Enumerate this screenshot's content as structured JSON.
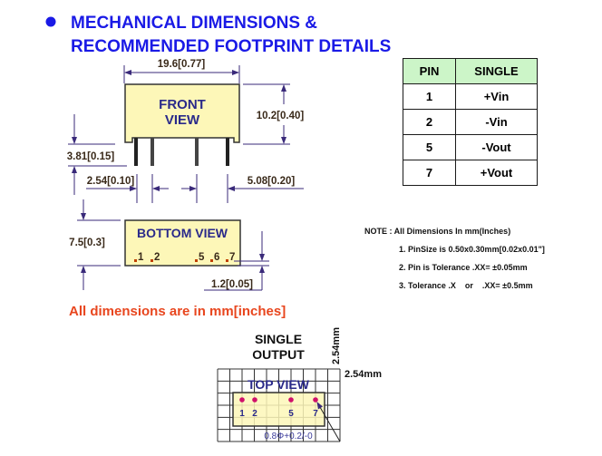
{
  "title": {
    "line1": "MECHANICAL DIMENSIONS &",
    "line2": "RECOMMENDED FOOTPRINT DETAILS",
    "color": "#1a1ae6"
  },
  "front_view": {
    "label1": "FRONT",
    "label2": "VIEW",
    "width_dim": "19.6[0.77]",
    "height_dim": "10.2[0.40]",
    "pin_length_dim": "3.81[0.15]",
    "pitch_dim": "2.54[0.10]",
    "pitch2_dim": "5.08[0.20]"
  },
  "bottom_view": {
    "label": "BOTTOM VIEW",
    "pins": [
      "1",
      "2",
      "5",
      "6",
      "7"
    ],
    "depth_dim": "7.5[0.3]",
    "offset_dim": "1.2[0.05]"
  },
  "pin_table": {
    "headers": [
      "PIN",
      "SINGLE"
    ],
    "rows": [
      [
        "1",
        "+Vin"
      ],
      [
        "2",
        "-Vin"
      ],
      [
        "5",
        "-Vout"
      ],
      [
        "7",
        "+Vout"
      ]
    ]
  },
  "notes": {
    "header": "NOTE : All Dimensions In mm(Inches)",
    "items": [
      "1. PinSize is 0.50x0.30mm[0.02x0.01\"]",
      "2. Pin is Tolerance .XX= ±0.05mm",
      "3. Tolerance .X    or    .XX= ±0.5mm"
    ]
  },
  "units_note": "All dimensions are in mm[inches]",
  "footprint": {
    "title1": "SINGLE",
    "title2": "OUTPUT",
    "grid_v": "2.54mm",
    "grid_h": "2.54mm",
    "label": "TOP VIEW",
    "pins": [
      "1",
      "2",
      "5",
      "7"
    ],
    "hole": "0.8Φ+0.2/-0"
  }
}
